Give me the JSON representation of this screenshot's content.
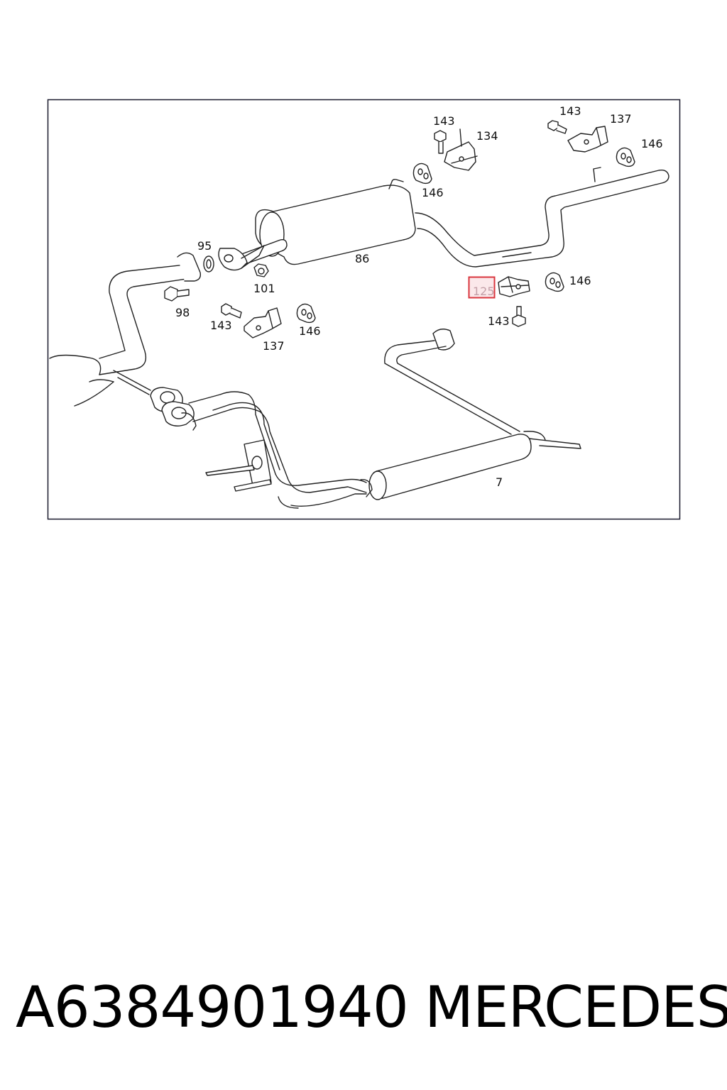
{
  "diagram": {
    "labels": {
      "l143a": "143",
      "l134": "134",
      "l146a": "146",
      "l143b": "143",
      "l137a": "137",
      "l146b": "146",
      "l95": "95",
      "l86": "86",
      "l101": "101",
      "l98": "98",
      "l143c": "143",
      "l146c": "146",
      "l137b": "137",
      "l125": "125",
      "l146d": "146",
      "l143d": "143",
      "l7": "7"
    },
    "highlight_color": "#d9363e"
  },
  "footer": {
    "part_number": "A6384901940",
    "brand": "MERCEDES"
  }
}
